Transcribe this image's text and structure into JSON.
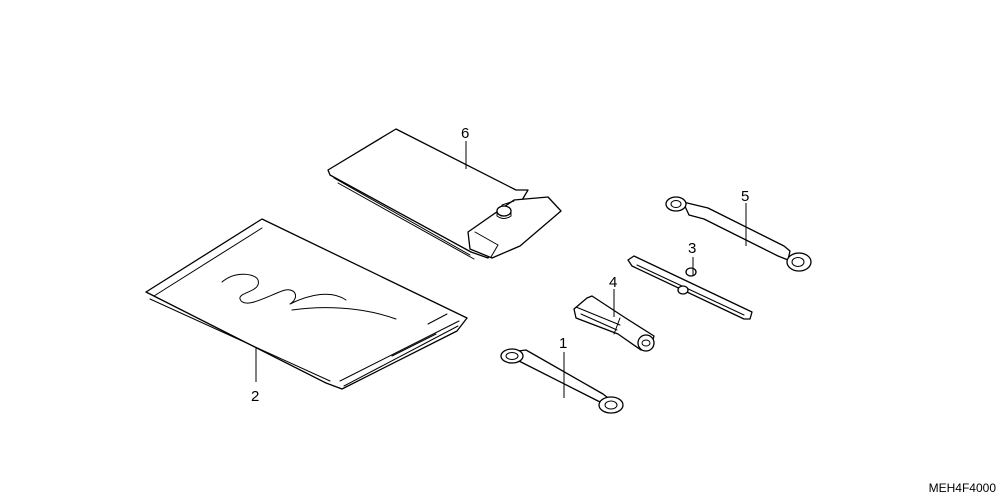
{
  "diagram": {
    "callouts": [
      "1",
      "2",
      "3",
      "4",
      "5",
      "6"
    ],
    "figure_code": "MEH4F4000"
  },
  "colors": {
    "line": "#000000",
    "background": "#ffffff"
  }
}
